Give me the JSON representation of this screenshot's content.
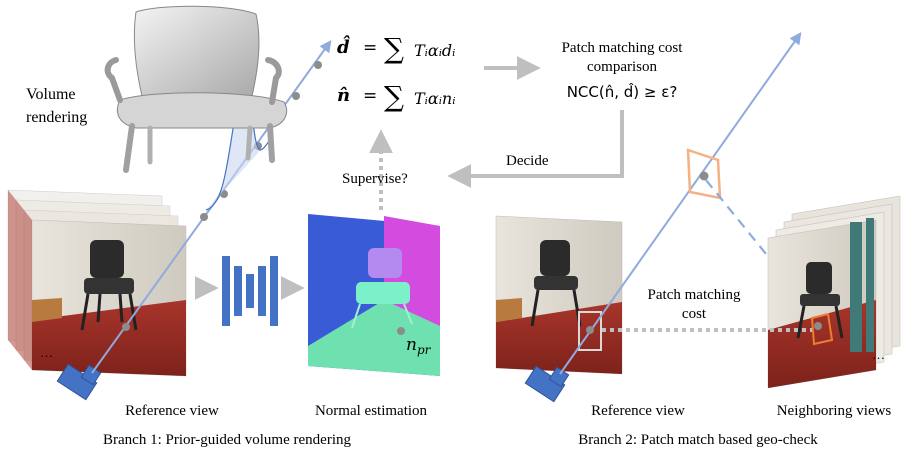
{
  "labels": {
    "volume_rendering_line1": "Volume",
    "volume_rendering_line2": "rendering",
    "reference_view_left": "Reference view",
    "normal_estimation": "Normal estimation",
    "branch1": "Branch 1: Prior-guided volume rendering",
    "supervise": "Supervise?",
    "decide": "Decide",
    "patch_cost_line1": "Patch matching cost",
    "patch_cost_line2": "comparison",
    "ncc_expr": "NCC(n̂, d̂) ≥ ε?",
    "patch_matching_cost_line1": "Patch matching",
    "patch_matching_cost_line2": "cost",
    "reference_view_right": "Reference view",
    "neighboring_views": "Neighboring views",
    "branch2": "Branch 2: Patch match based geo-check",
    "ellipsis_left": "…",
    "ellipsis_right": "…",
    "n_pr": "n",
    "n_pr_sub": "pr"
  },
  "equations": {
    "d_lhs": "d̂",
    "n_lhs": "n̂",
    "equals": "=",
    "sum": "∑",
    "d_rhs": "Tᵢαᵢdᵢ",
    "n_rhs": "Tᵢαᵢnᵢ"
  },
  "colors": {
    "ray": "#8faadc",
    "camera": "#4472c4",
    "arrow_gray": "#bfbfbf",
    "orange": "#f4b183",
    "orange_dark": "#ed7d31",
    "net": "#4472c4",
    "normal_map_blue": "#3a5bd6",
    "normal_map_magenta": "#d44be0",
    "normal_map_green": "#6fe0b0"
  }
}
